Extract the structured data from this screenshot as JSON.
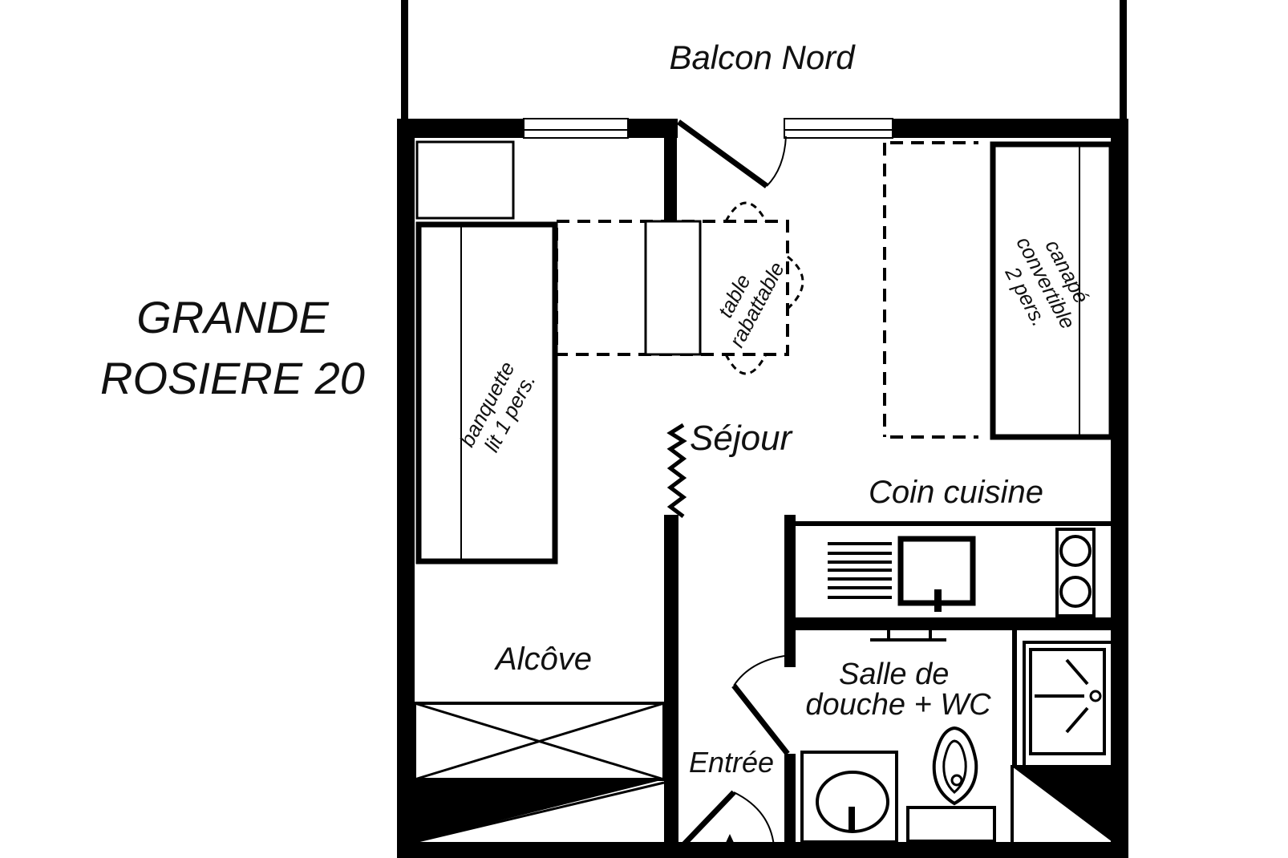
{
  "plan": {
    "title_line1": "GRANDE",
    "title_line2": "ROSIERE 20",
    "colors": {
      "wall": "#000000",
      "background": "#ffffff",
      "text": "#111111"
    }
  },
  "rooms": {
    "balcony": "Balcon Nord",
    "living": "Séjour",
    "kitchen": "Coin cuisine",
    "alcove": "Alcôve",
    "bathroom_line1": "Salle de",
    "bathroom_line2": "douche + WC",
    "entrance": "Entrée"
  },
  "furniture": {
    "bench_line1": "banquette",
    "bench_line2": "lit 1 pers.",
    "table_line1": "table",
    "table_line2": "rabattable",
    "sofa_line1": "canapé",
    "sofa_line2": "convertible",
    "sofa_line3": "2 pers."
  }
}
